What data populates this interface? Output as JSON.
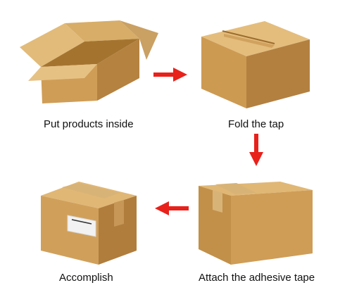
{
  "steps": [
    {
      "label": "Put products inside",
      "icon": "open-box-icon"
    },
    {
      "label": "Fold the tap",
      "icon": "folded-box-icon"
    },
    {
      "label": "Attach the adhesive tape",
      "icon": "taped-box-icon"
    },
    {
      "label": "Accomplish",
      "icon": "labeled-box-icon"
    }
  ],
  "colors": {
    "arrow": "#e8211b",
    "box_top": "#e3bb7a",
    "box_front": "#c9974f",
    "box_side": "#b07d3c",
    "tape": "#d8b378"
  }
}
